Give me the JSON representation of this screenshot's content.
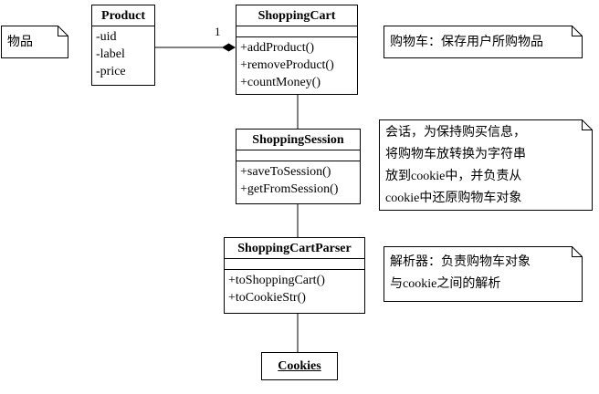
{
  "diagram": {
    "classes": [
      {
        "name": "Product",
        "attributes": [
          "-uid",
          "-label",
          "-price"
        ],
        "methods": []
      },
      {
        "name": "ShoppingCart",
        "attributes": [],
        "methods": [
          "+addProduct()",
          "+removeProduct()",
          "+countMoney()"
        ]
      },
      {
        "name": "ShoppingSession",
        "attributes": [],
        "methods": [
          "+saveToSession()",
          "+getFromSession()"
        ]
      },
      {
        "name": "ShoppingCartParser",
        "attributes": [],
        "methods": [
          "+toShoppingCart()",
          "+toCookieStr()"
        ]
      },
      {
        "name": "Cookies",
        "attributes": [],
        "methods": []
      }
    ],
    "notes": [
      {
        "text": "物品"
      },
      {
        "text": "购物车：保存用户所购物品"
      },
      {
        "text": "会话，为保持购买信息，\n将购物车放转换为字符串\n放到cookie中，并负责从\ncookie中还原购物车对象"
      },
      {
        "text": "解析器：负责购物车对象\n与cookie之间的解析"
      }
    ],
    "relations": [
      {
        "multiplicity": "1"
      }
    ]
  }
}
